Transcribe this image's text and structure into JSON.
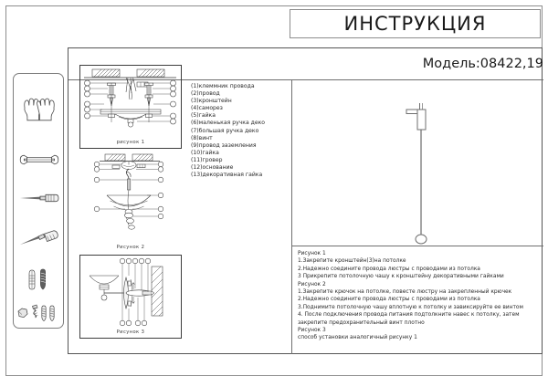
{
  "document": {
    "title": "ИНСТРУКЦИЯ",
    "model": "Модель:08422,19"
  },
  "parts_list": {
    "items": [
      "(1)клеммник провода",
      "(2)провод",
      "(3)кронштейн",
      "(4)саморез",
      "(5)гайка",
      "(6)маленькая ручка деко",
      "(7)большая ручка деко",
      "(8)винт",
      "(9)провод заземления",
      "(10)гайка",
      "(11)гровер",
      "(12)основание",
      "(13)декоративная гайка"
    ]
  },
  "figures": [
    {
      "caption": "рисунок 1"
    },
    {
      "caption": "Рисунок 2"
    },
    {
      "caption": "Рисунок  3"
    }
  ],
  "instructions": {
    "lines": [
      "Рисунок 1",
      "1.Закрепите кронштейн(3)на потолке",
      "2.Надежно соедините провода люстры с проводами из потолка",
      "3 Прикрепите потолочную чашу к кронштейну декоративными гайками",
      "Рисунок 2",
      "1.Закрепите крючок на потолке, повесте люстру на закрепленный крючек",
      "2.Надежно соедините провода люстры с проводами из потолка",
      "3.Поднимите потолочную чашу вплотную к потолку и завиксируйте ее винтом",
      "4. После подключения провода питания подтолкните навес к потолку, затем",
      "закрепите предохранительный винт плотно",
      "Рисунок 3",
      " способ установки аналогичный рисунку 1"
    ]
  },
  "tools": {
    "items": [
      {
        "name": "gloves-icon"
      },
      {
        "name": "wrench-icon"
      },
      {
        "name": "screwdriver-flat-icon"
      },
      {
        "name": "screwdriver-phillips-icon"
      },
      {
        "name": "wall-anchor-icon"
      },
      {
        "name": "hardware-set-icon"
      }
    ]
  }
}
